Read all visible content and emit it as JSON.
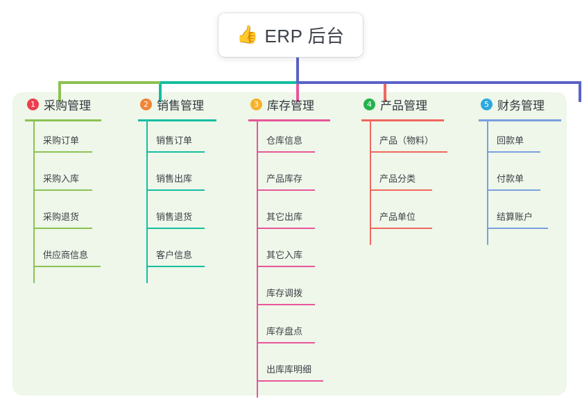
{
  "root": {
    "icon": "thumbs-up-emoji",
    "emoji": "👍",
    "title": "ERP 后台"
  },
  "theme": {
    "panel_background": "#eef7e9",
    "page_background": "#ffffff",
    "stem_color": "#5a63c8",
    "bus_left_color": "#15bda1",
    "bus_green_color": "#8cc152",
    "bus_right_color": "#5a63c8"
  },
  "branches": [
    {
      "number": "1",
      "title": "采购管理",
      "badge_color": "#ec3e4e",
      "line_color": "#8cc152",
      "rule_width": 110,
      "children": [
        {
          "label": "采购订单",
          "rule_width": 85
        },
        {
          "label": "采购入库",
          "rule_width": 85
        },
        {
          "label": "采购退货",
          "rule_width": 85
        },
        {
          "label": "供应商信息",
          "rule_width": 97
        }
      ]
    },
    {
      "number": "2",
      "title": "销售管理",
      "badge_color": "#f08437",
      "line_color": "#15bda1",
      "rule_width": 113,
      "children": [
        {
          "label": "销售订单",
          "rule_width": 84
        },
        {
          "label": "销售出库",
          "rule_width": 84
        },
        {
          "label": "销售退货",
          "rule_width": 84
        },
        {
          "label": "客户信息",
          "rule_width": 84
        }
      ]
    },
    {
      "number": "3",
      "title": "库存管理",
      "badge_color": "#f5b228",
      "line_color": "#e8559a",
      "rule_width": 118,
      "children": [
        {
          "label": "仓库信息",
          "rule_width": 84
        },
        {
          "label": "产品库存",
          "rule_width": 84
        },
        {
          "label": "其它出库",
          "rule_width": 84
        },
        {
          "label": "其它入库",
          "rule_width": 84
        },
        {
          "label": "库存调拨",
          "rule_width": 84
        },
        {
          "label": "库存盘点",
          "rule_width": 84
        },
        {
          "label": "出库库明细",
          "rule_width": 96
        }
      ]
    },
    {
      "number": "4",
      "title": "产品管理",
      "badge_color": "#23b24b",
      "line_color": "#f0675f",
      "rule_width": 119,
      "children": [
        {
          "label": "产品（物料）",
          "rule_width": 112
        },
        {
          "label": "产品分类",
          "rule_width": 90
        },
        {
          "label": "产品单位",
          "rule_width": 90
        }
      ]
    },
    {
      "number": "5",
      "title": "财务管理",
      "badge_color": "#2ca7e0",
      "line_color": "#7b9fe0",
      "rule_width": 119,
      "children": [
        {
          "label": "回款单",
          "rule_width": 77
        },
        {
          "label": "付款单",
          "rule_width": 77
        },
        {
          "label": "结算账户",
          "rule_width": 88
        }
      ]
    }
  ]
}
